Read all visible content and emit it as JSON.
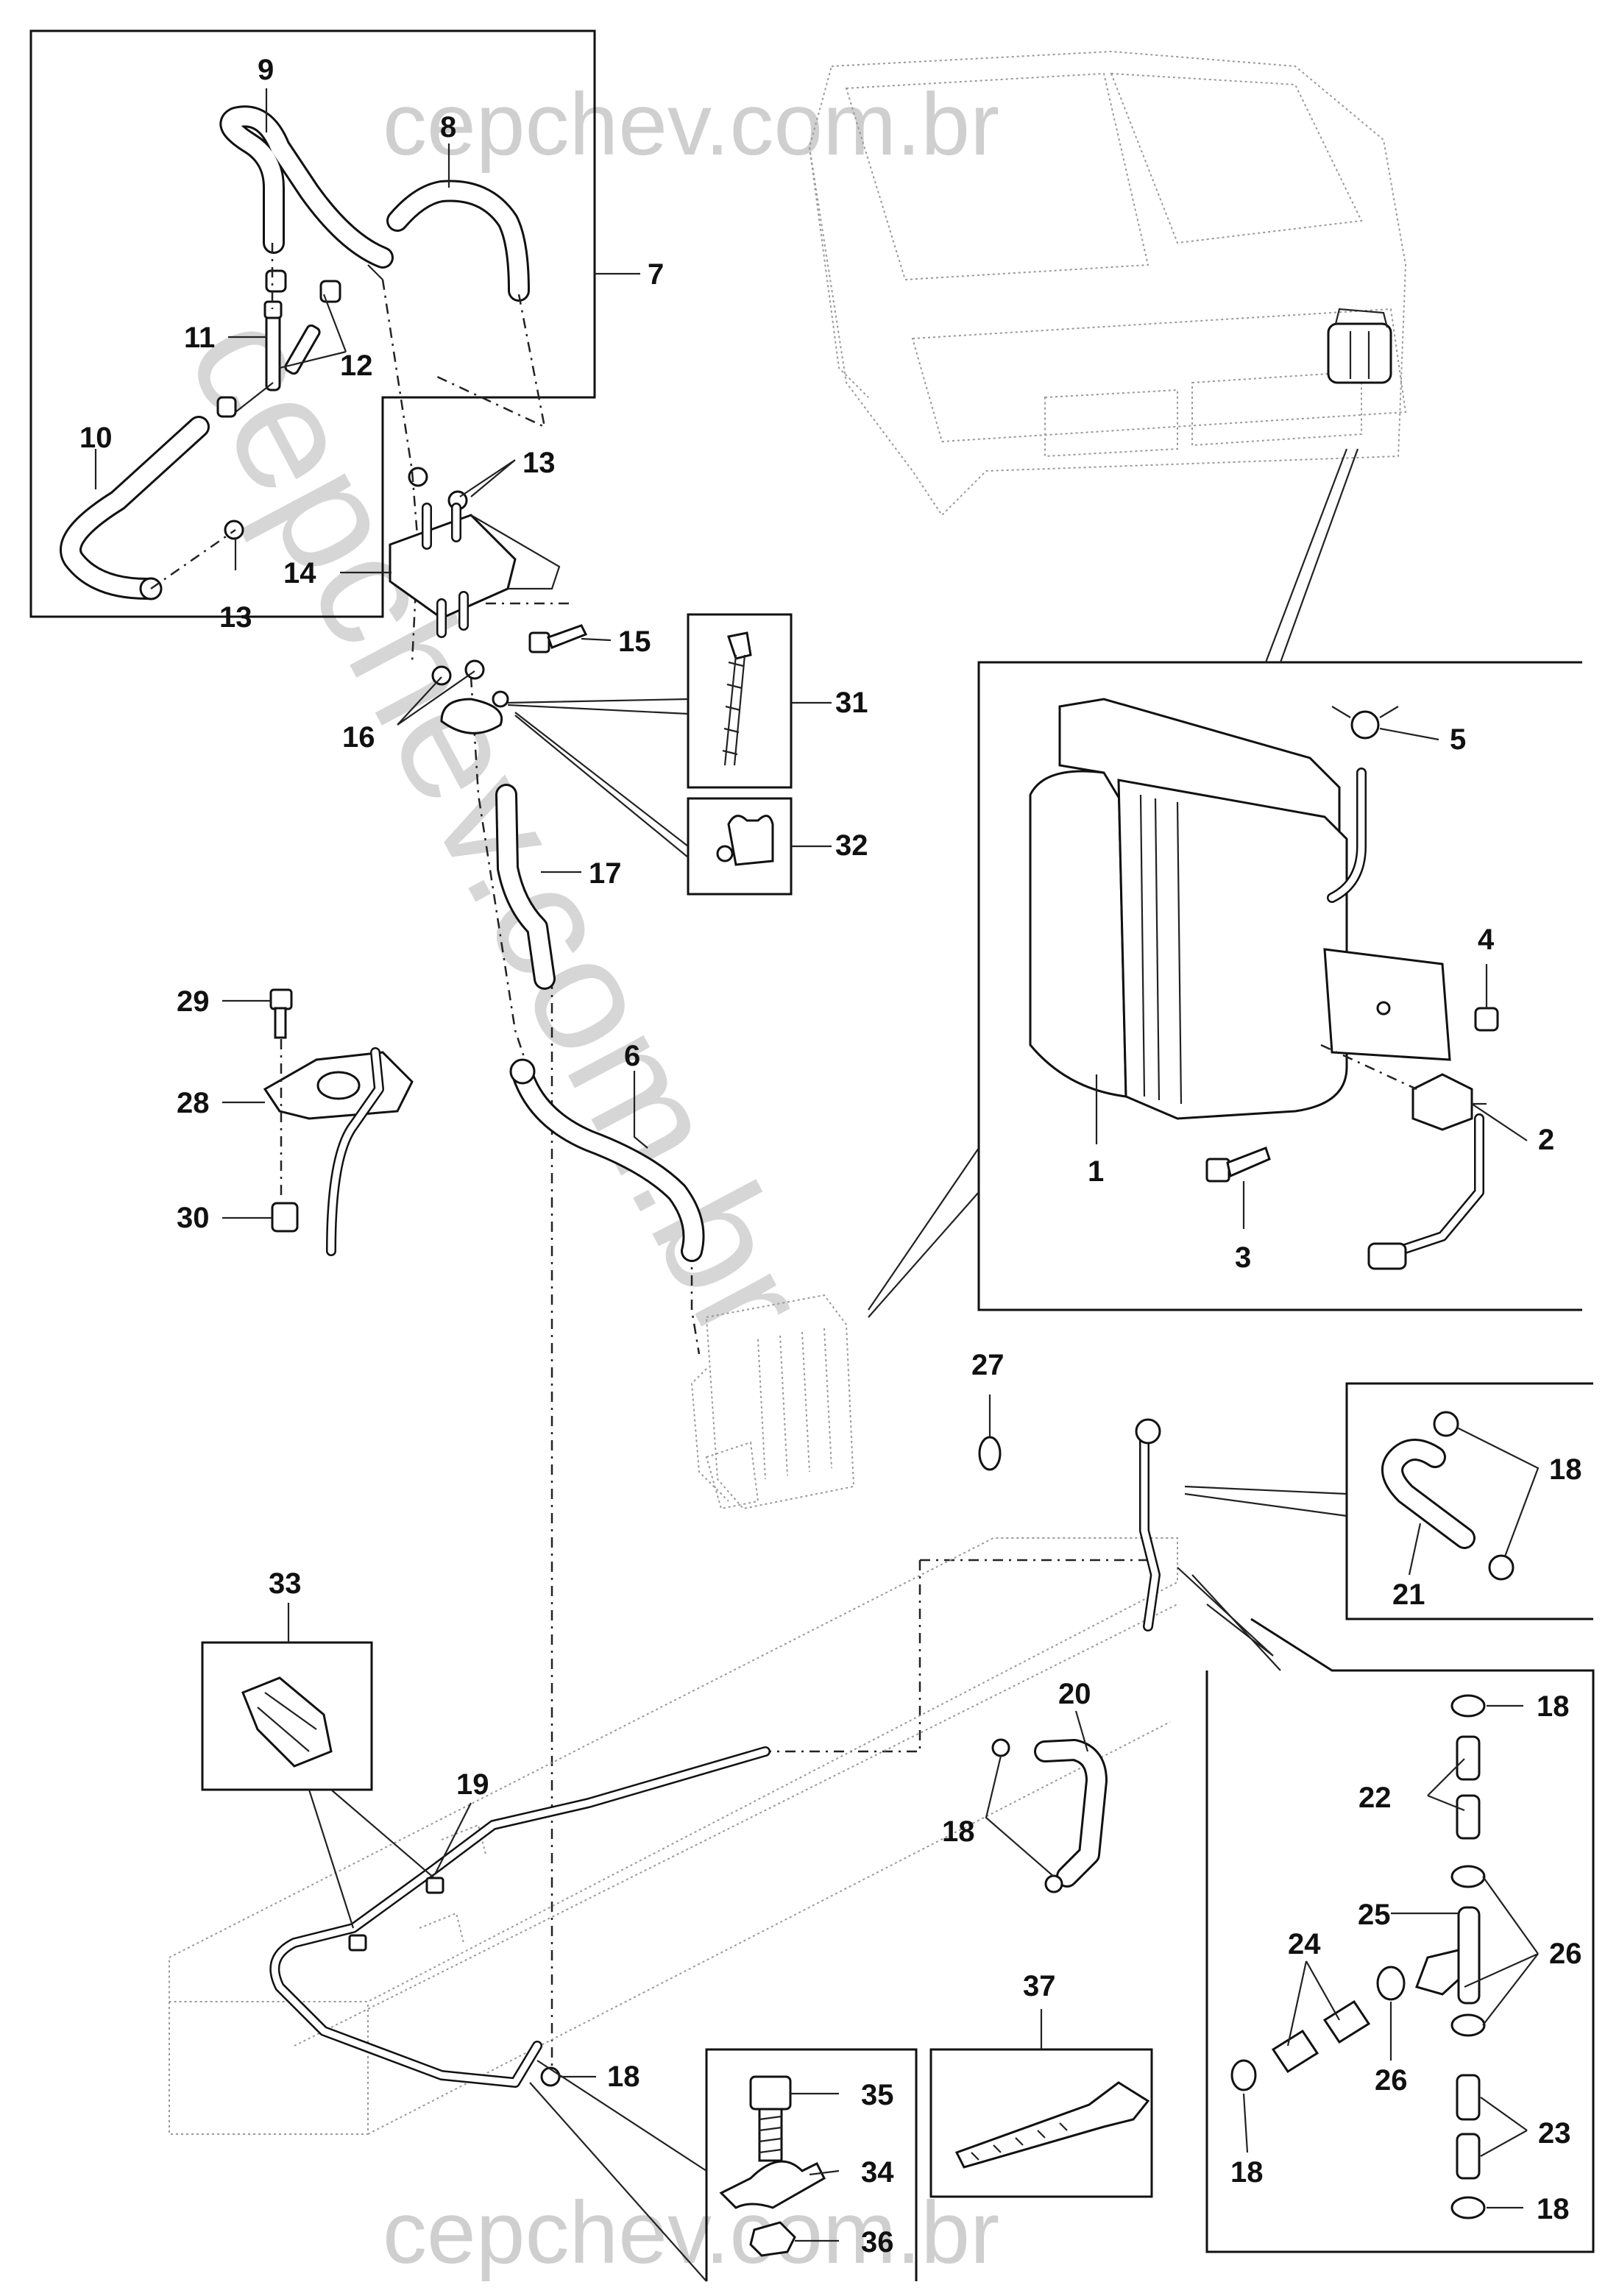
{
  "watermark": {
    "top": "cepchev.com.br",
    "bottom": "cepchev.com.br",
    "diagonal": "cepchev.com.br"
  },
  "callouts": [
    "1",
    "2",
    "3",
    "4",
    "5",
    "6",
    "7",
    "8",
    "9",
    "10",
    "11",
    "12",
    "13",
    "13",
    "14",
    "15",
    "16",
    "17",
    "18",
    "18",
    "18",
    "18",
    "18",
    "18",
    "19",
    "20",
    "21",
    "22",
    "23",
    "24",
    "25",
    "26",
    "26",
    "27",
    "28",
    "29",
    "30",
    "31",
    "32",
    "33",
    "34",
    "35",
    "36",
    "37"
  ]
}
